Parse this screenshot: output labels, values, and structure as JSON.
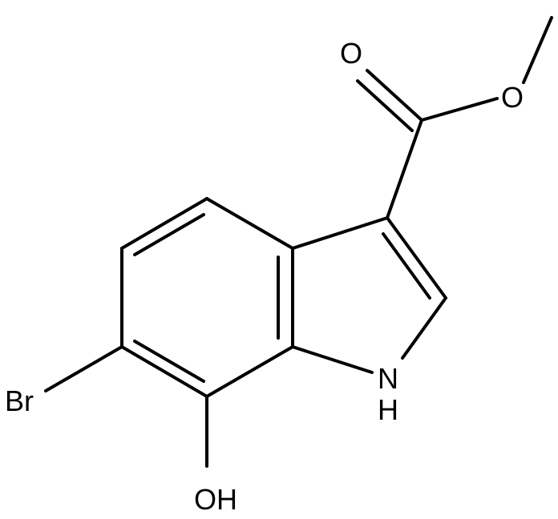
{
  "molecule": {
    "atoms": {
      "br": "Br",
      "oh": "OH",
      "nh_n": "N",
      "nh_h": "H",
      "carbonyl_o": "O",
      "ester_o": "O"
    },
    "colors": {
      "bond": "#000000",
      "label": "#000000",
      "background": "#ffffff"
    }
  }
}
